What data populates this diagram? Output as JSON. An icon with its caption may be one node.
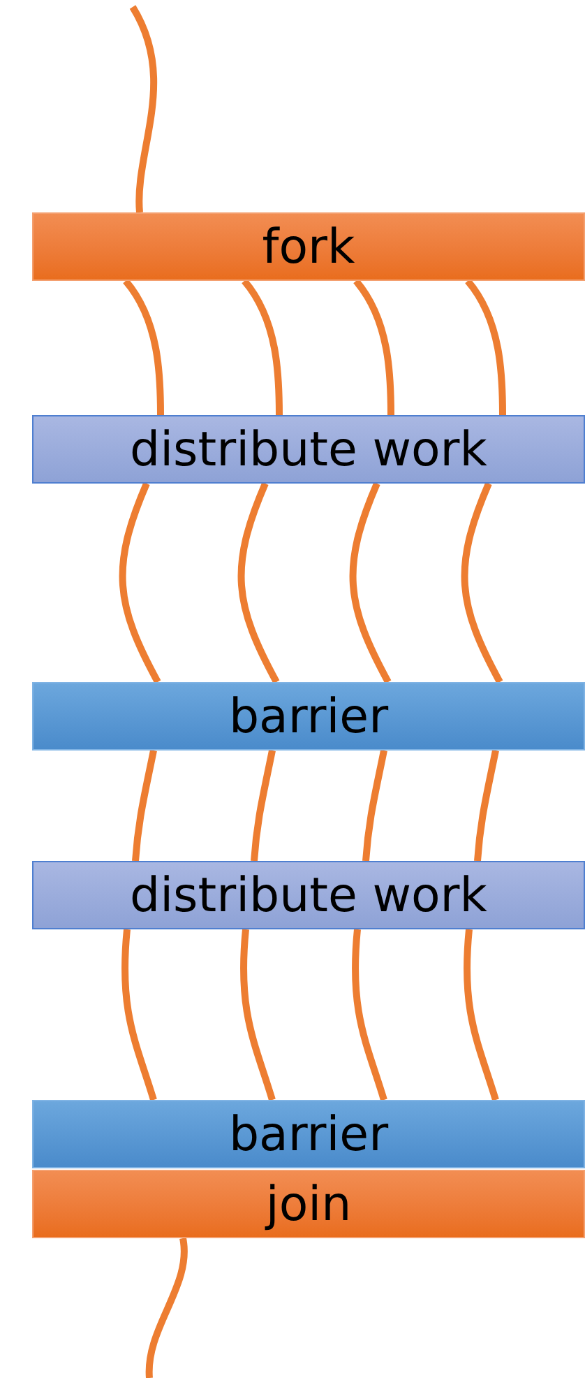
{
  "diagram": {
    "nodes": [
      {
        "text": [
          "fork"
        ]
      },
      {
        "text": [
          "distribute work"
        ]
      },
      {
        "text": [
          "barrier"
        ]
      },
      {
        "text": [
          "distribute work"
        ]
      },
      {
        "text": [
          "barrier"
        ]
      },
      {
        "text": [
          "join"
        ]
      }
    ],
    "edges": [
      {
        "from": null,
        "to": 0,
        "arrow": "none"
      },
      {
        "from": 0,
        "to": 1,
        "arrow": "none"
      },
      {
        "from": 0,
        "to": 1,
        "arrow": "none"
      },
      {
        "from": 0,
        "to": 1,
        "arrow": "none"
      },
      {
        "from": 0,
        "to": 1,
        "arrow": "none"
      },
      {
        "from": 1,
        "to": 2,
        "arrow": "none"
      },
      {
        "from": 1,
        "to": 2,
        "arrow": "none"
      },
      {
        "from": 1,
        "to": 2,
        "arrow": "none"
      },
      {
        "from": 1,
        "to": 2,
        "arrow": "none"
      },
      {
        "from": 2,
        "to": 3,
        "arrow": "none"
      },
      {
        "from": 2,
        "to": 3,
        "arrow": "none"
      },
      {
        "from": 2,
        "to": 3,
        "arrow": "none"
      },
      {
        "from": 2,
        "to": 3,
        "arrow": "none"
      },
      {
        "from": 3,
        "to": 4,
        "arrow": "none"
      },
      {
        "from": 3,
        "to": 4,
        "arrow": "none"
      },
      {
        "from": 3,
        "to": 4,
        "arrow": "none"
      },
      {
        "from": 3,
        "to": 4,
        "arrow": "none"
      },
      {
        "from": 5,
        "to": null,
        "arrow": "none"
      }
    ]
  }
}
